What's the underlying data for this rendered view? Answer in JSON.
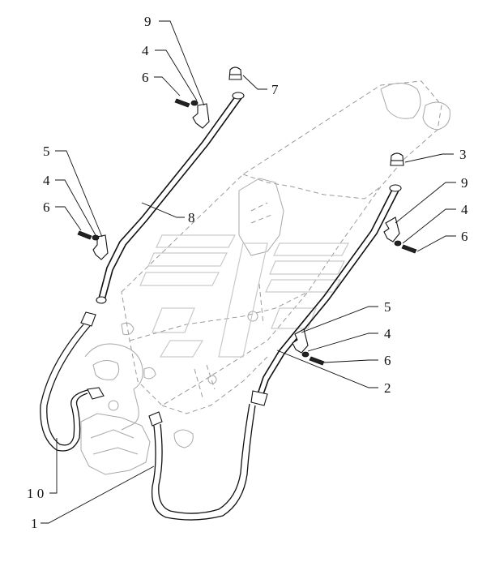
{
  "callouts": {
    "c9_top": "9",
    "c4_top": "4",
    "c6_top": "6",
    "c7": "7",
    "c5_left": "5",
    "c4_left": "4",
    "c6_left": "6",
    "c8": "8",
    "c3": "3",
    "c9_right": "9",
    "c4_right": "4",
    "c6_right": "6",
    "c5_mid": "5",
    "c4_mid": "4",
    "c6_mid": "6",
    "c2": "2",
    "c10": "1 0",
    "c1": "1"
  }
}
